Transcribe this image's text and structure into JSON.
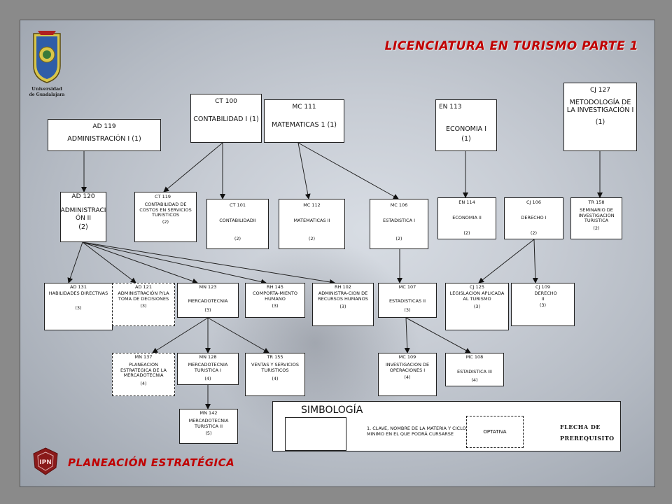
{
  "title": "LICENCIATURA EN TURISMO PARTE 1",
  "footer": "PLANEACIÓN ESTRATÉGICA",
  "logos": {
    "udg": "Universidad de Guadalajara",
    "ipn": "IPN"
  },
  "courses": [
    {
      "id": "ad119",
      "code": "AD 119",
      "name": "ADMINISTRACIÓN I (1)",
      "cred": ""
    },
    {
      "id": "ct100",
      "code": "CT 100",
      "name": "CONTABILIDAD I (1)",
      "cred": ""
    },
    {
      "id": "mc111",
      "code": "MC 111",
      "name": "MATEMATICAS 1 (1)",
      "cred": ""
    },
    {
      "id": "en113",
      "code": "EN 113",
      "name": "ECONOMIA I",
      "cred": "(1)"
    },
    {
      "id": "cj127",
      "code": "CJ 127",
      "name": "METODOLOGÍA DE LA INVESTIGACIÓN I",
      "cred": "(1)"
    },
    {
      "id": "ad120",
      "code": "AD 120",
      "name": "ADMINISTRACI ÓN II",
      "cred": "(2)"
    },
    {
      "id": "ct119",
      "code": "CT 119",
      "name": "CONTABILIDAD DE COSTOS EN SERVICIOS TURISTICOS",
      "cred": "(2)"
    },
    {
      "id": "ct101",
      "code": "CT 101",
      "name": "CONTABILIDADII",
      "cred": "(2)"
    },
    {
      "id": "mc112",
      "code": "MC 112",
      "name": "MATEMATICAS II",
      "cred": "(2)"
    },
    {
      "id": "mc106",
      "code": "MC 106",
      "name": "ESTADISTICA I",
      "cred": "(2)"
    },
    {
      "id": "en114",
      "code": "EN 114",
      "name": "ECONOMIA II",
      "cred": "(2)"
    },
    {
      "id": "cj106",
      "code": "CJ 106",
      "name": "DERECHO I",
      "cred": "(2)"
    },
    {
      "id": "tr158",
      "code": "TR 158",
      "name": "SEMINARIO DE INVESTIGACION TURISTICA",
      "cred": "(2)"
    },
    {
      "id": "ad131",
      "code": "AD 131",
      "name": "HABILIDADES DIRECTIVAS",
      "cred": "(3)"
    },
    {
      "id": "ad121",
      "code": "AD 121",
      "name": "ADMINISTRACIÓN P/LA TOMA DE DECISIONES",
      "cred": "(3)"
    },
    {
      "id": "mn123",
      "code": "MN 123",
      "name": "MERCADOTECNIA",
      "cred": "(3)"
    },
    {
      "id": "rh145",
      "code": "RH 145",
      "name": "COMPORTA-MIENTO HUMANO",
      "cred": "(3)"
    },
    {
      "id": "rh102",
      "code": "RH 102",
      "name": "ADMINISTRA-CION DE RECURSOS HUMANOS",
      "cred": "(3)"
    },
    {
      "id": "mc107",
      "code": "MC 107",
      "name": "ESTADISTICAS II",
      "cred": "(3)"
    },
    {
      "id": "cj125",
      "code": "CJ 125",
      "name": "LEGISLACION APLICADA AL TURISMO",
      "cred": "(3)"
    },
    {
      "id": "cj109",
      "code": "CJ 109",
      "name": "DERECHO II",
      "cred": "(3)"
    },
    {
      "id": "mn137",
      "code": "MN 137",
      "name": "PLANEACION ESTRATEGICA DE LA MERCADOTECNIA",
      "cred": "(4)"
    },
    {
      "id": "mn128",
      "code": "MN 128",
      "name": "MERCADOTECNIA TURISTICA I",
      "cred": "(4)"
    },
    {
      "id": "tr155",
      "code": "TR 155",
      "name": "VENTAS Y SERVICIOS TURISTICOS",
      "cred": "(4)"
    },
    {
      "id": "mc109",
      "code": "MC 109",
      "name": "INVESTIGACION DE OPERACIONES I",
      "cred": "(4)"
    },
    {
      "id": "mc108",
      "code": "MC 108",
      "name": "ESTADISTICA III",
      "cred": "(4)"
    },
    {
      "id": "mn142",
      "code": "MN 142",
      "name": "MERCADOTECNIA TURISTICA II",
      "cred": "(5)"
    }
  ],
  "legend": {
    "title": "SIMBOLOGÍA",
    "solid_desc": "1. CLAVE, NOMBRE DE LA MATERIA Y CICLO MINIMO EN EL QUE PODRÁ CURSARSE",
    "optional_label": "OPTATIVA",
    "arrow_label_1": "FLECHA DE",
    "arrow_label_2": "PREREQUISITO"
  }
}
